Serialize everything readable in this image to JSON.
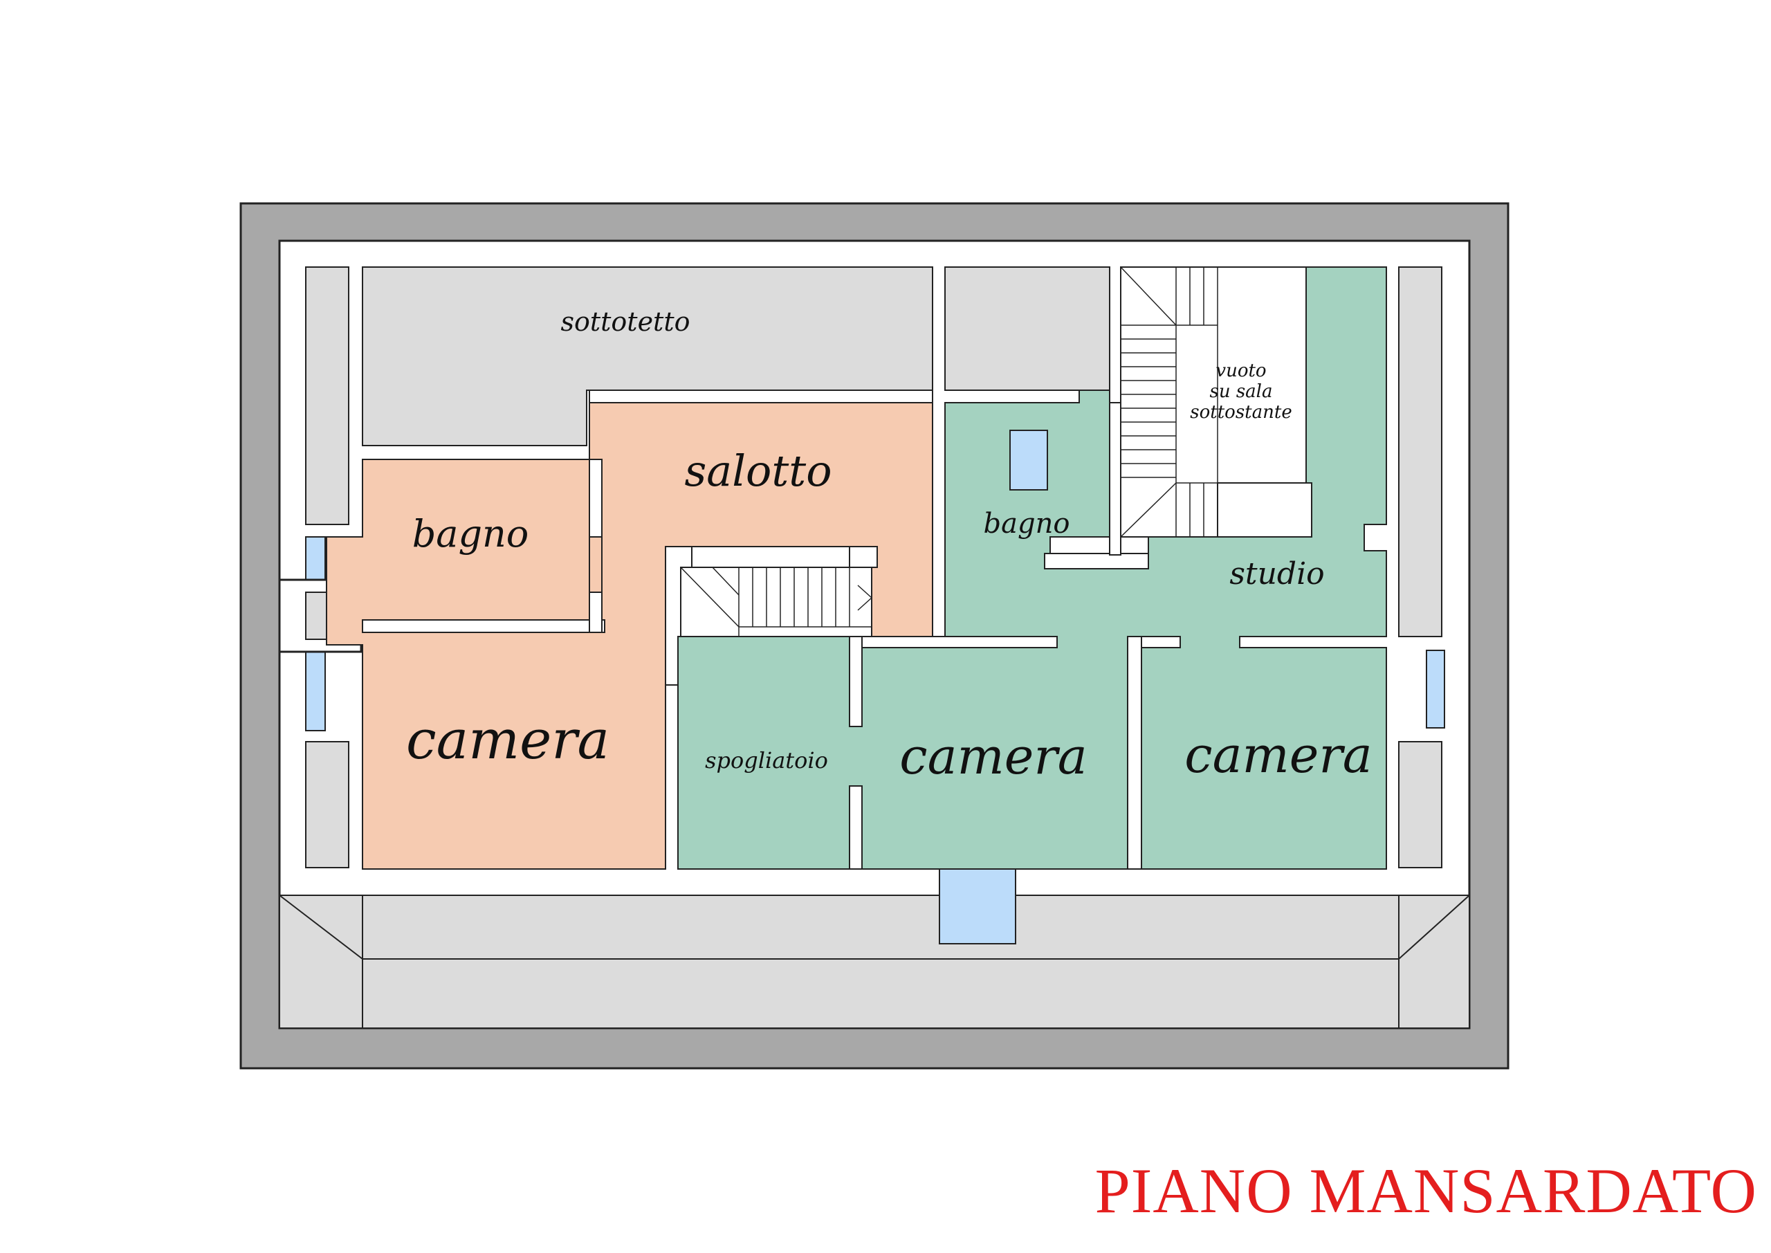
{
  "title": "PIANO MANSARDATO",
  "colors": {
    "outer_roof": "#a8a8a8",
    "wall": "#ffffff",
    "outline": "#222222",
    "attic": "#dcdcdc",
    "zone_orange": "#f6cbb1",
    "zone_green": "#a4d2c0",
    "window": "#bcdcfa",
    "title": "#e41e1e"
  },
  "rooms": {
    "sottotetto": "sottotetto",
    "salotto": "salotto",
    "bagno_left": "bagno",
    "camera_left": "camera",
    "bagno_right": "bagno",
    "vuoto_line1": "vuoto",
    "vuoto_line2": "su sala",
    "vuoto_line3": "sottostante",
    "studio": "studio",
    "spogliatoio": "spogliatoio",
    "camera_center": "camera",
    "camera_right": "camera"
  }
}
